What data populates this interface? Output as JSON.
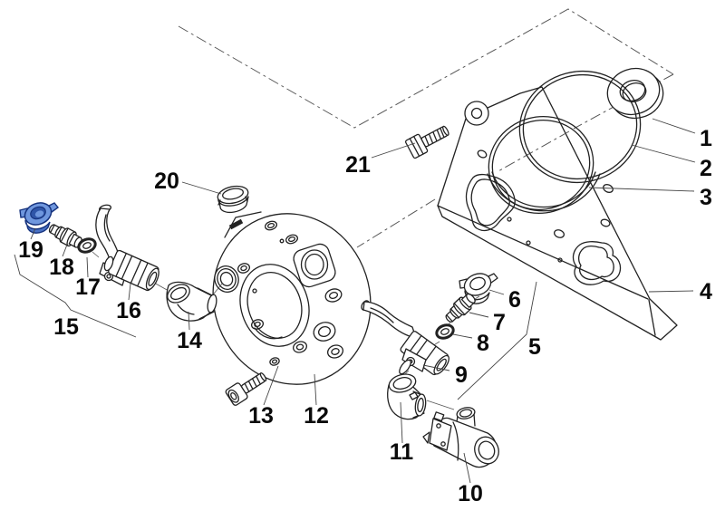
{
  "diagram": {
    "type": "exploded-parts-diagram",
    "background_color": "#ffffff",
    "line_color": "#222222",
    "leader_color": "#444444",
    "highlighted_part_number": "19",
    "highlight_colors": {
      "fill": "#6f97de",
      "shade": "#4a72c4",
      "bore": "#2f55a8",
      "outline": "#16337e"
    },
    "parts": [
      {
        "number": "1"
      },
      {
        "number": "2"
      },
      {
        "number": "3"
      },
      {
        "number": "4"
      },
      {
        "number": "5"
      },
      {
        "number": "6"
      },
      {
        "number": "7"
      },
      {
        "number": "8"
      },
      {
        "number": "9"
      },
      {
        "number": "10"
      },
      {
        "number": "11"
      },
      {
        "number": "12"
      },
      {
        "number": "13"
      },
      {
        "number": "14"
      },
      {
        "number": "15"
      },
      {
        "number": "16"
      },
      {
        "number": "17"
      },
      {
        "number": "18"
      },
      {
        "number": "19"
      },
      {
        "number": "20"
      },
      {
        "number": "21"
      }
    ]
  }
}
